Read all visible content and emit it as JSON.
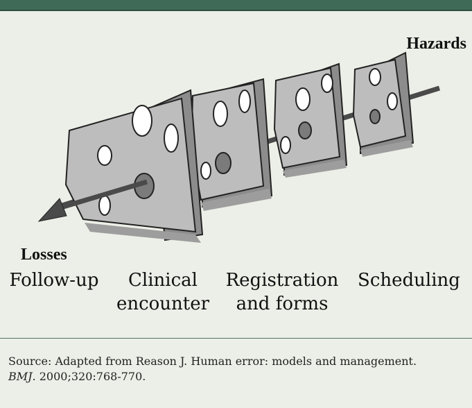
{
  "diagram": {
    "hazards_label": "Hazards",
    "losses_label": "Losses",
    "layers": [
      {
        "line1": "Follow-up",
        "line2": ""
      },
      {
        "line1": "Clinical",
        "line2": "encounter"
      },
      {
        "line1": "Registration",
        "line2": "and forms"
      },
      {
        "line1": "Scheduling",
        "line2": ""
      }
    ]
  },
  "source": {
    "prefix": "Source: Adapted from Reason J. Human error: models and management.",
    "journal": "BMJ",
    "suffix": ". 2000;320:768-770."
  },
  "colors": {
    "background": "#ecefe7",
    "title_bar": "#3f6a58",
    "slice_fill": "#bdbdbd",
    "slice_shade": "#8f8f8f",
    "arrow": "#4a4a4a"
  }
}
